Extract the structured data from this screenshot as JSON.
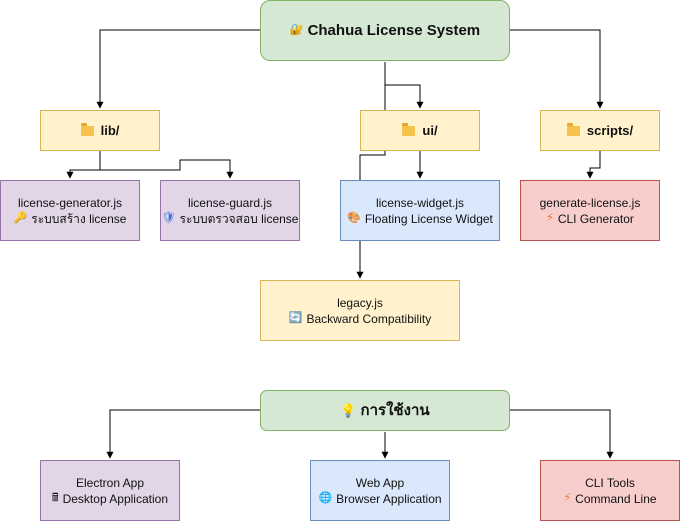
{
  "root": {
    "label": "Chahua License System",
    "icon": "lock-icon",
    "icon_glyph": "🔐"
  },
  "folders": [
    {
      "key": "lib",
      "label": "lib/",
      "icon": "folder-icon"
    },
    {
      "key": "ui",
      "label": "ui/",
      "icon": "folder-icon"
    },
    {
      "key": "scripts",
      "label": "scripts/",
      "icon": "folder-icon"
    }
  ],
  "files": {
    "license_generator": {
      "name": "license-generator.js",
      "desc": "ระบบสร้าง license",
      "icon": "key-icon",
      "icon_glyph": "🔑"
    },
    "license_guard": {
      "name": "license-guard.js",
      "desc": "ระบบตรวจสอบ license",
      "icon": "shield-icon",
      "icon_glyph": "🛡"
    },
    "license_widget": {
      "name": "license-widget.js",
      "desc": "Floating License Widget",
      "icon": "art-palette-icon",
      "icon_glyph": "🎨"
    },
    "generate_license": {
      "name": "generate-license.js",
      "desc": "CLI Generator",
      "icon": "lightning-icon",
      "icon_glyph": "⚡"
    },
    "legacy": {
      "name": "legacy.js",
      "desc": "Backward Compatibility",
      "icon": "refresh-icon",
      "icon_glyph": "🔄"
    }
  },
  "usage": {
    "label": "การใช้งาน",
    "icon": "lightbulb-icon",
    "icon_glyph": "💡",
    "targets": {
      "electron": {
        "name": "Electron App",
        "desc": "Desktop Application",
        "icon": "calculator-icon",
        "icon_glyph": "🖩"
      },
      "web": {
        "name": "Web App",
        "desc": "Browser Application",
        "icon": "globe-icon",
        "icon_glyph": "🌐"
      },
      "cli": {
        "name": "CLI Tools",
        "desc": "Command Line",
        "icon": "lightning-icon",
        "icon_glyph": "⚡"
      }
    }
  },
  "colors": {
    "green_fill": "#d5e8d4",
    "green_stroke": "#82b366",
    "yellow_fill": "#fff2cc",
    "yellow_stroke": "#d6b656",
    "purple_fill": "#e1d5e7",
    "purple_stroke": "#9673a6",
    "blue_fill": "#dae8fc",
    "blue_stroke": "#6c8ebf",
    "red_fill": "#f8cecc",
    "red_stroke": "#b85450",
    "edge": "#000000"
  }
}
